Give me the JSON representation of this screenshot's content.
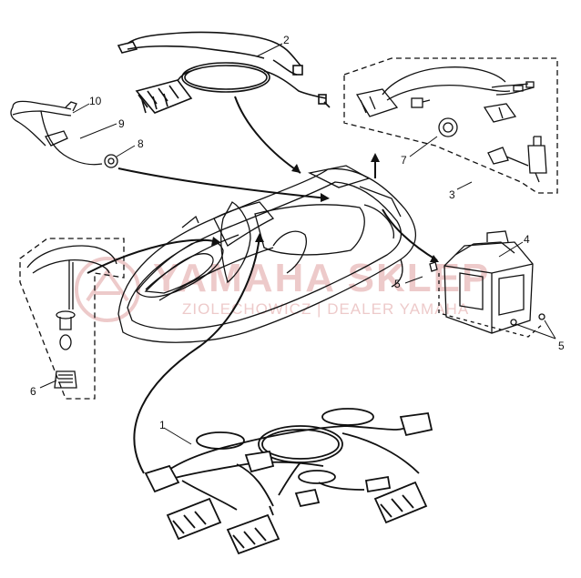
{
  "watermark": {
    "brand": "YAMAHA SKLEP",
    "dealer": "ZIOLECHOWICZ | DEALER YAMAHA",
    "color": "#e5b3b3"
  },
  "callouts": [
    {
      "id": "c1",
      "label": "1"
    },
    {
      "id": "c2",
      "label": "2"
    },
    {
      "id": "c3",
      "label": "3"
    },
    {
      "id": "c4",
      "label": "4"
    },
    {
      "id": "c5a",
      "label": "5"
    },
    {
      "id": "c5b",
      "label": "5"
    },
    {
      "id": "c6",
      "label": "6"
    },
    {
      "id": "c7",
      "label": "7"
    },
    {
      "id": "c8",
      "label": "8"
    },
    {
      "id": "c9",
      "label": "9"
    },
    {
      "id": "c10",
      "label": "10"
    }
  ],
  "colors": {
    "line": "#111111",
    "background": "#ffffff"
  }
}
